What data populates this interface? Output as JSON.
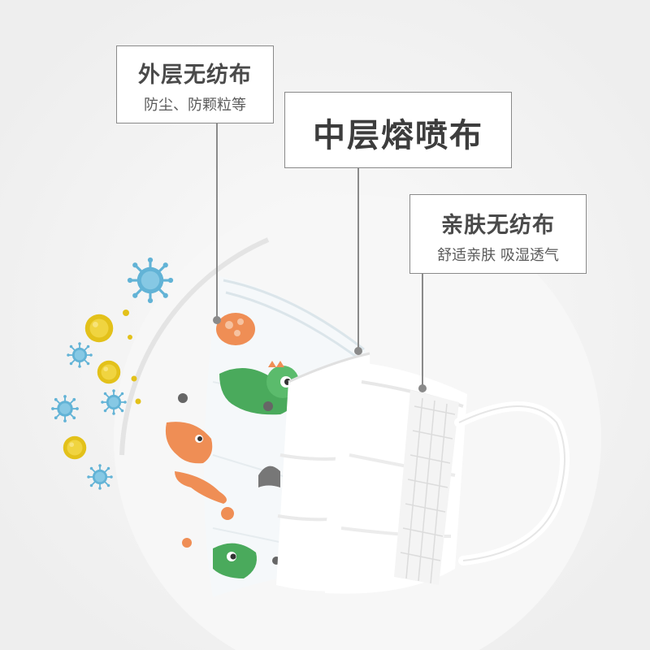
{
  "layers": [
    {
      "title": "外层无纺布",
      "subtitle": "防尘、防颗粒等"
    },
    {
      "title": "中层熔喷布"
    },
    {
      "title": "亲肤无纺布",
      "subtitle": "舒适亲肤 吸湿透气"
    }
  ],
  "colors": {
    "background": "#f1f1f1",
    "pointer_line": "#8a8a8a",
    "virus_blue": "#5fb2d4",
    "pollen_yellow": "#e8c81a",
    "dino_green": "#4aaa5c",
    "dino_orange": "#ef8e55",
    "mask_white": "#ffffff"
  },
  "icons": [
    "virus-particle-icon",
    "pollen-particle-icon",
    "dinosaur-print"
  ]
}
